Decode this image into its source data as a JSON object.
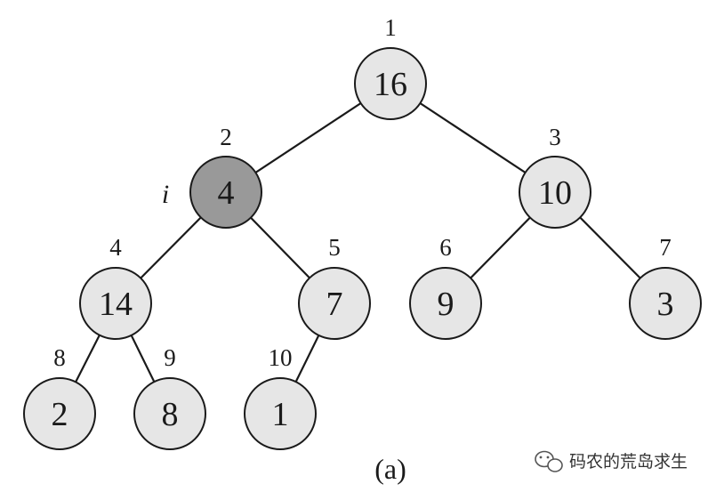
{
  "tree": {
    "caption": "(a)",
    "pointer_label": "i",
    "nodes": [
      {
        "index": "1",
        "value": "16"
      },
      {
        "index": "2",
        "value": "4",
        "highlighted": true
      },
      {
        "index": "3",
        "value": "10"
      },
      {
        "index": "4",
        "value": "14"
      },
      {
        "index": "5",
        "value": "7"
      },
      {
        "index": "6",
        "value": "9"
      },
      {
        "index": "7",
        "value": "3"
      },
      {
        "index": "8",
        "value": "2"
      },
      {
        "index": "9",
        "value": "8"
      },
      {
        "index": "10",
        "value": "1"
      }
    ],
    "colors": {
      "node_fill": "#e6e6e6",
      "highlight_fill": "#999999",
      "stroke": "#1a1a1a"
    }
  },
  "watermark": {
    "text": "码农的荒岛求生",
    "icon": "wechat-icon"
  }
}
